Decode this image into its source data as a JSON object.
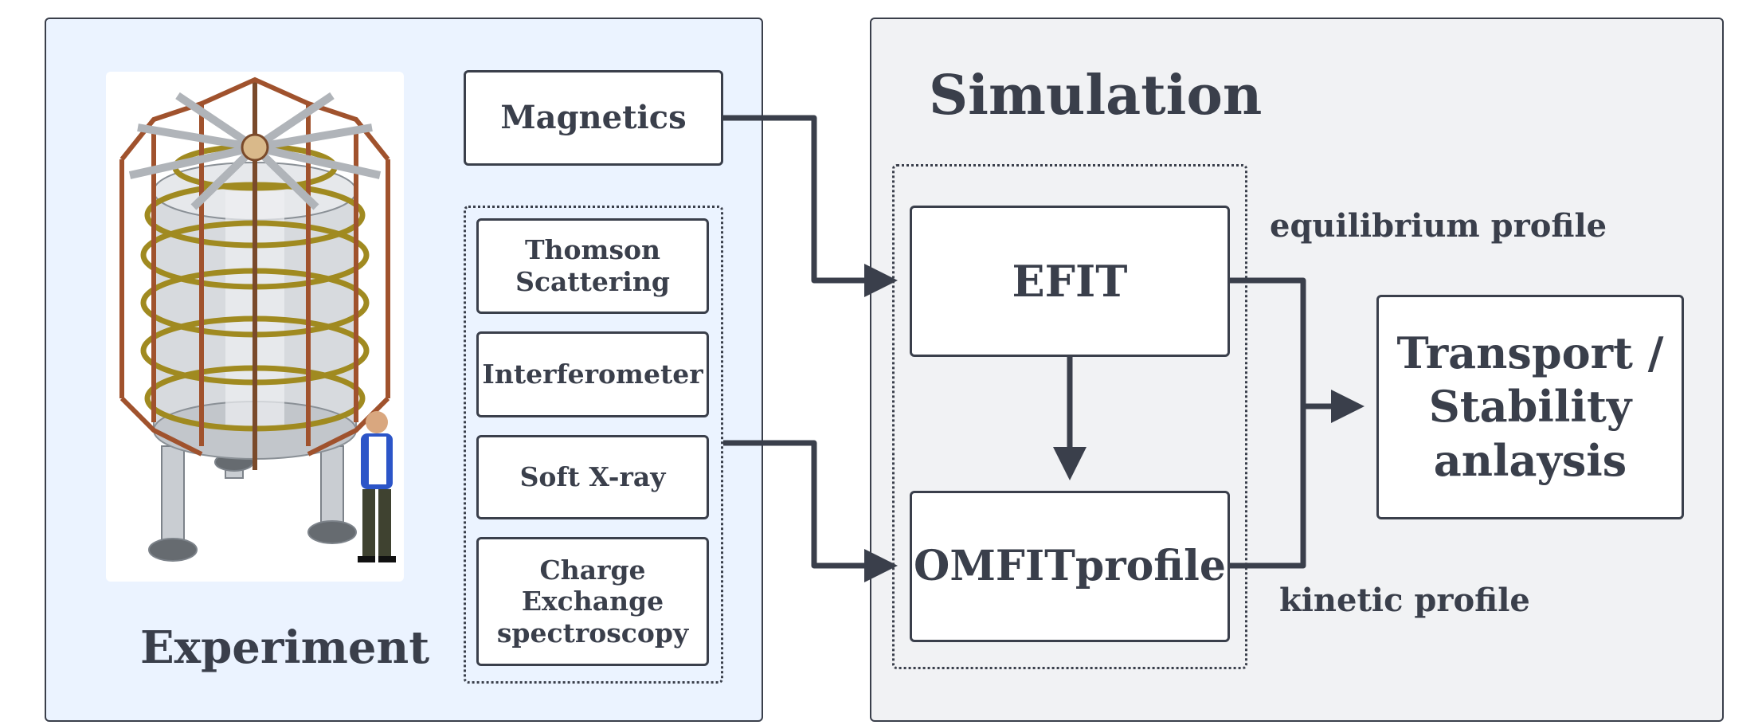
{
  "experiment": {
    "title": "Experiment",
    "device_image": "tokamak-device-illustration",
    "magnetics": "Magnetics",
    "diagnostics": [
      "Thomson\nScattering",
      "Interferometer",
      "Soft X-ray",
      "Charge\nExchange\nspectroscopy"
    ]
  },
  "simulation": {
    "title": "Simulation",
    "efit": "EFIT",
    "omfit": "OMFITprofile",
    "equilibrium_label": "equilibrium profile",
    "kinetic_label": "kinetic profile",
    "output": "Transport /\nStability\nanlaysis"
  },
  "colors": {
    "experiment_bg": "#ebf3ff",
    "simulation_bg": "#f1f2f4",
    "stroke": "#3a3f4b",
    "copper": "#a0522d",
    "gold_coil": "#a08a20",
    "steel": "#c8ccd0"
  }
}
